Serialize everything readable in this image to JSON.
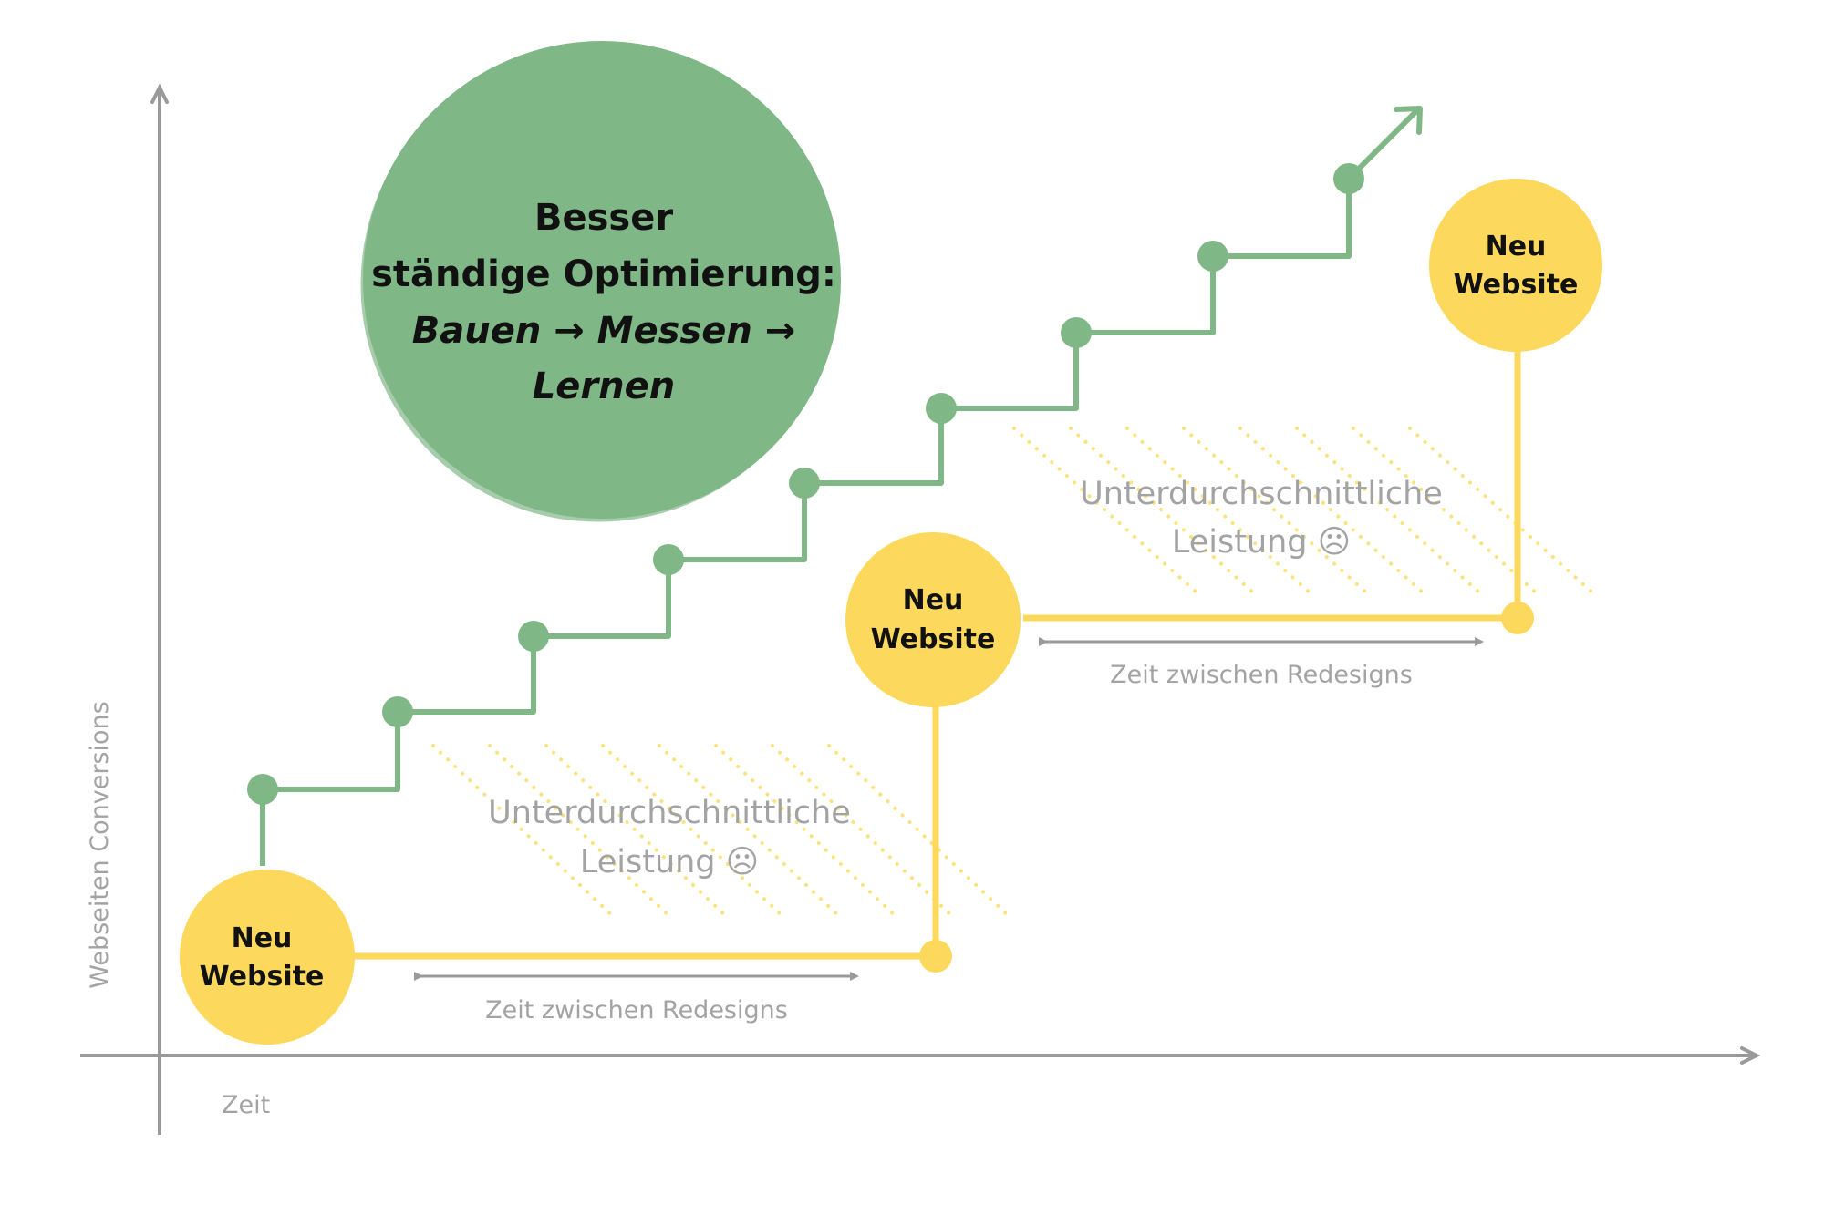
{
  "colors": {
    "green": "#80b787",
    "yellow": "#fcd95c",
    "axis": "#9a9a9a",
    "label_gray": "#a3a3a3",
    "hatch": "#fce27d",
    "text_dark": "#111111"
  },
  "axes": {
    "y_label": "Webseiten Conversions",
    "x_label": "Zeit"
  },
  "optimization_circle": {
    "line1": "Besser",
    "line2": "ständige Optimierung:",
    "line3": "Bauen → Messen →",
    "line4": "Lernen"
  },
  "website_nodes": [
    {
      "line1": "Neu",
      "line2": "Website"
    },
    {
      "line1": "Neu",
      "line2": "Website"
    },
    {
      "line1": "Neu",
      "line2": "Website"
    }
  ],
  "underperformance_labels": [
    {
      "line1": "Unterdurchschnittliche",
      "line2": "Leistung ☹"
    },
    {
      "line1": "Unterdurchschnittliche",
      "line2": "Leistung ☹"
    }
  ],
  "interval_labels": [
    {
      "text": "Zeit zwischen Redesigns"
    },
    {
      "text": "Zeit zwischen Redesigns"
    }
  ]
}
